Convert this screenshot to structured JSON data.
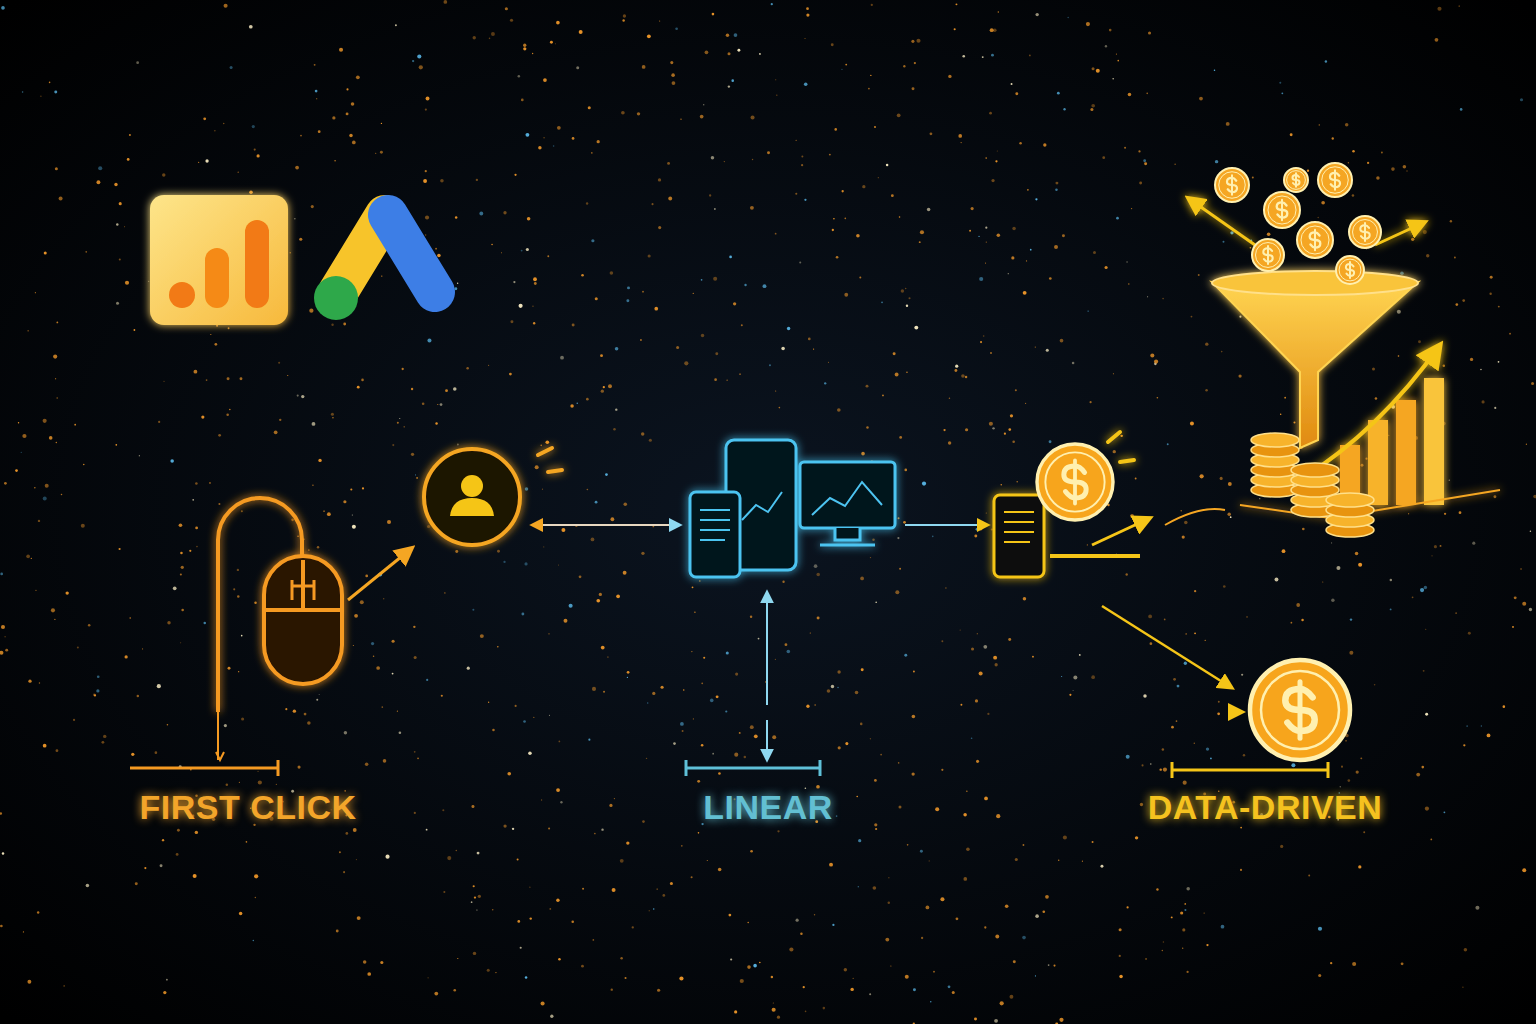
{
  "diagram": {
    "labels": [
      "FIRST CLICK",
      "LINEAR",
      "DATA-DRIVEN"
    ]
  }
}
